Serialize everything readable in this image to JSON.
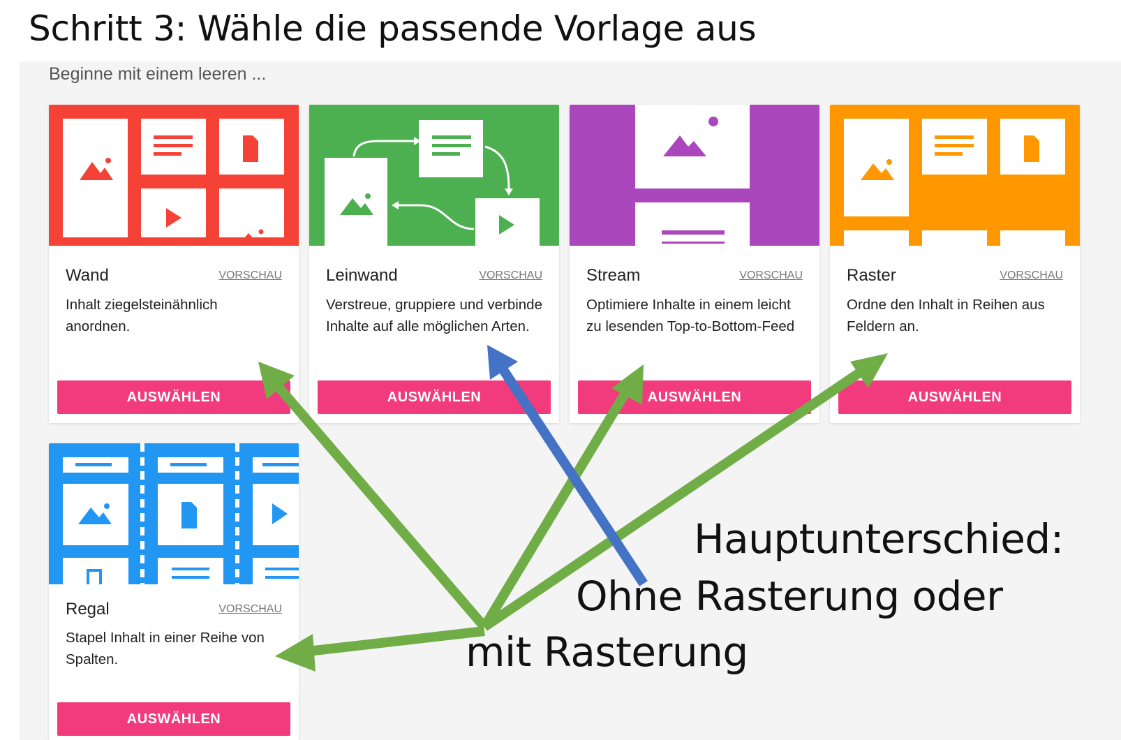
{
  "slide": {
    "title": "Schritt 3: Wähle die passende Vorlage aus"
  },
  "panel": {
    "subheading": "Beginne mit einem leeren ..."
  },
  "templates": [
    {
      "name": "Wand",
      "preview_label": "VORSCHAU",
      "description": "Inhalt ziegelsteinähnlich anordnen.",
      "select_label": "AUSWÄHLEN",
      "color": "#f44336"
    },
    {
      "name": "Leinwand",
      "preview_label": "VORSCHAU",
      "description": "Verstreue, gruppiere und verbinde Inhalte auf alle möglichen Arten.",
      "select_label": "AUSWÄHLEN",
      "color": "#4caf50"
    },
    {
      "name": "Stream",
      "preview_label": "VORSCHAU",
      "description": "Optimiere Inhalte in einem leicht zu lesenden Top-to-Bottom-Feed",
      "select_label": "AUSWÄHLEN",
      "color": "#ab47bc"
    },
    {
      "name": "Raster",
      "preview_label": "VORSCHAU",
      "description": "Ordne den Inhalt in Reihen aus Feldern an.",
      "select_label": "AUSWÄHLEN",
      "color": "#ff9800"
    },
    {
      "name": "Regal",
      "preview_label": "VORSCHAU",
      "description": "Stapel Inhalt in einer Reihe von Spalten.",
      "select_label": "AUSWÄHLEN",
      "color": "#2196f3"
    }
  ],
  "annotation": {
    "line1": "Hauptunterschied:",
    "line2": "Ohne Rasterung oder",
    "line3": "mit Rasterung",
    "green_arrow_color": "#70ad47",
    "blue_arrow_color": "#4472c4"
  },
  "colors": {
    "button": "#f23b7c"
  }
}
